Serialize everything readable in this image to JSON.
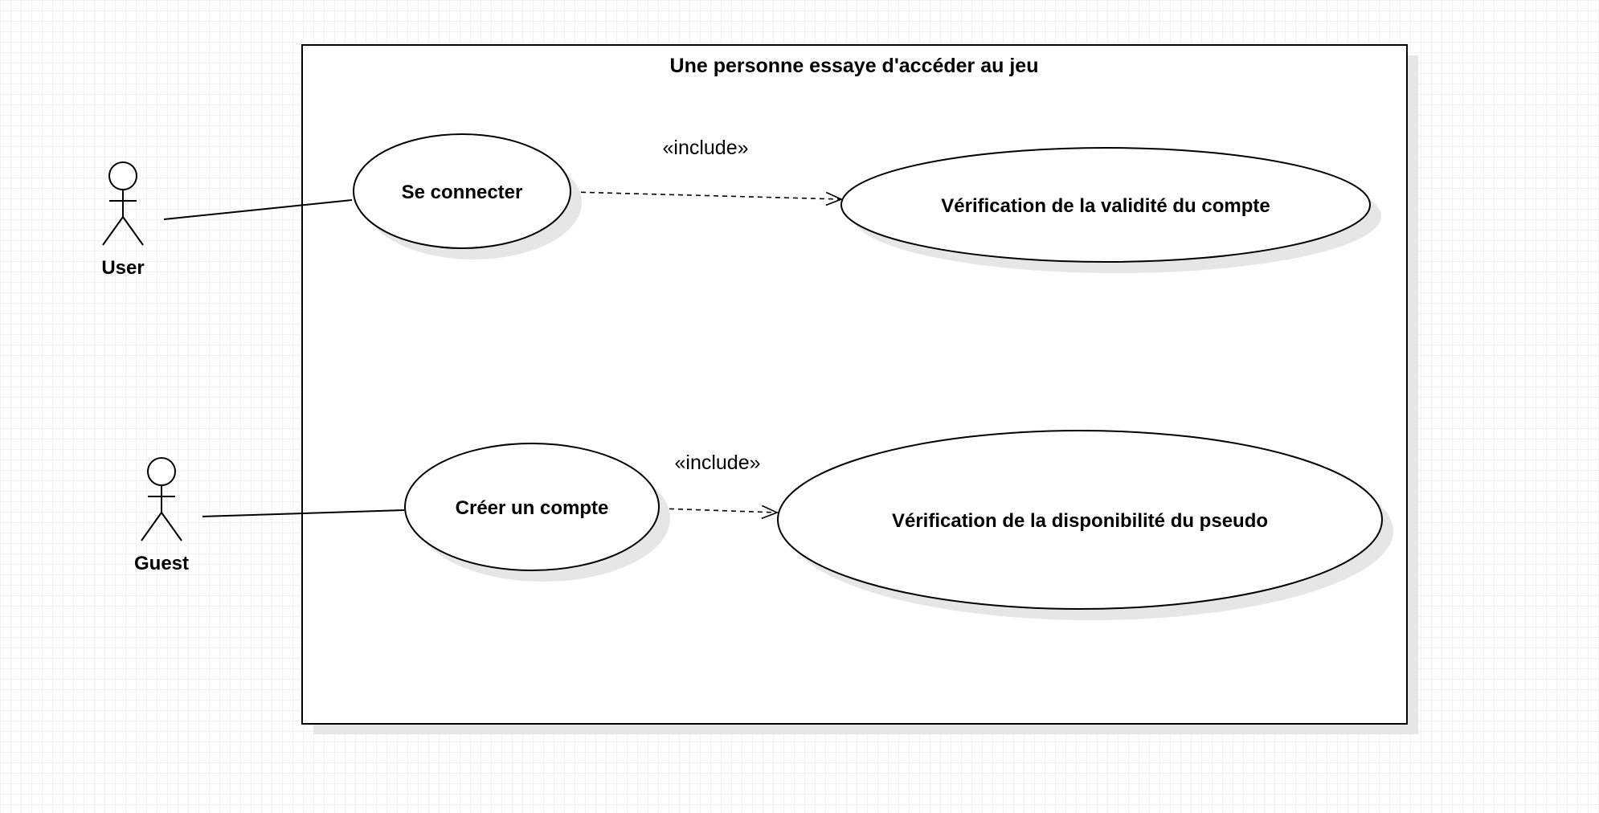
{
  "system": {
    "title": "Une personne essaye d'accéder au jeu"
  },
  "actors": [
    {
      "id": "user",
      "name": "User"
    },
    {
      "id": "guest",
      "name": "Guest"
    }
  ],
  "use_cases": [
    {
      "id": "login",
      "label": "Se connecter"
    },
    {
      "id": "check_account",
      "label": "Vérification de la validité du compte"
    },
    {
      "id": "create_account",
      "label": "Créer un compte"
    },
    {
      "id": "check_pseudo",
      "label": "Vérification de la disponibilité du pseudo"
    }
  ],
  "relations": [
    {
      "type": "association",
      "from": "user",
      "to": "login"
    },
    {
      "type": "include",
      "from": "login",
      "to": "check_account",
      "label": "«include»"
    },
    {
      "type": "association",
      "from": "guest",
      "to": "create_account"
    },
    {
      "type": "include",
      "from": "create_account",
      "to": "check_pseudo",
      "label": "«include»"
    }
  ],
  "colors": {
    "stroke": "#000000",
    "shadow": "#e6e6e6",
    "grid": "#f1f1f1",
    "background": "#ffffff"
  }
}
